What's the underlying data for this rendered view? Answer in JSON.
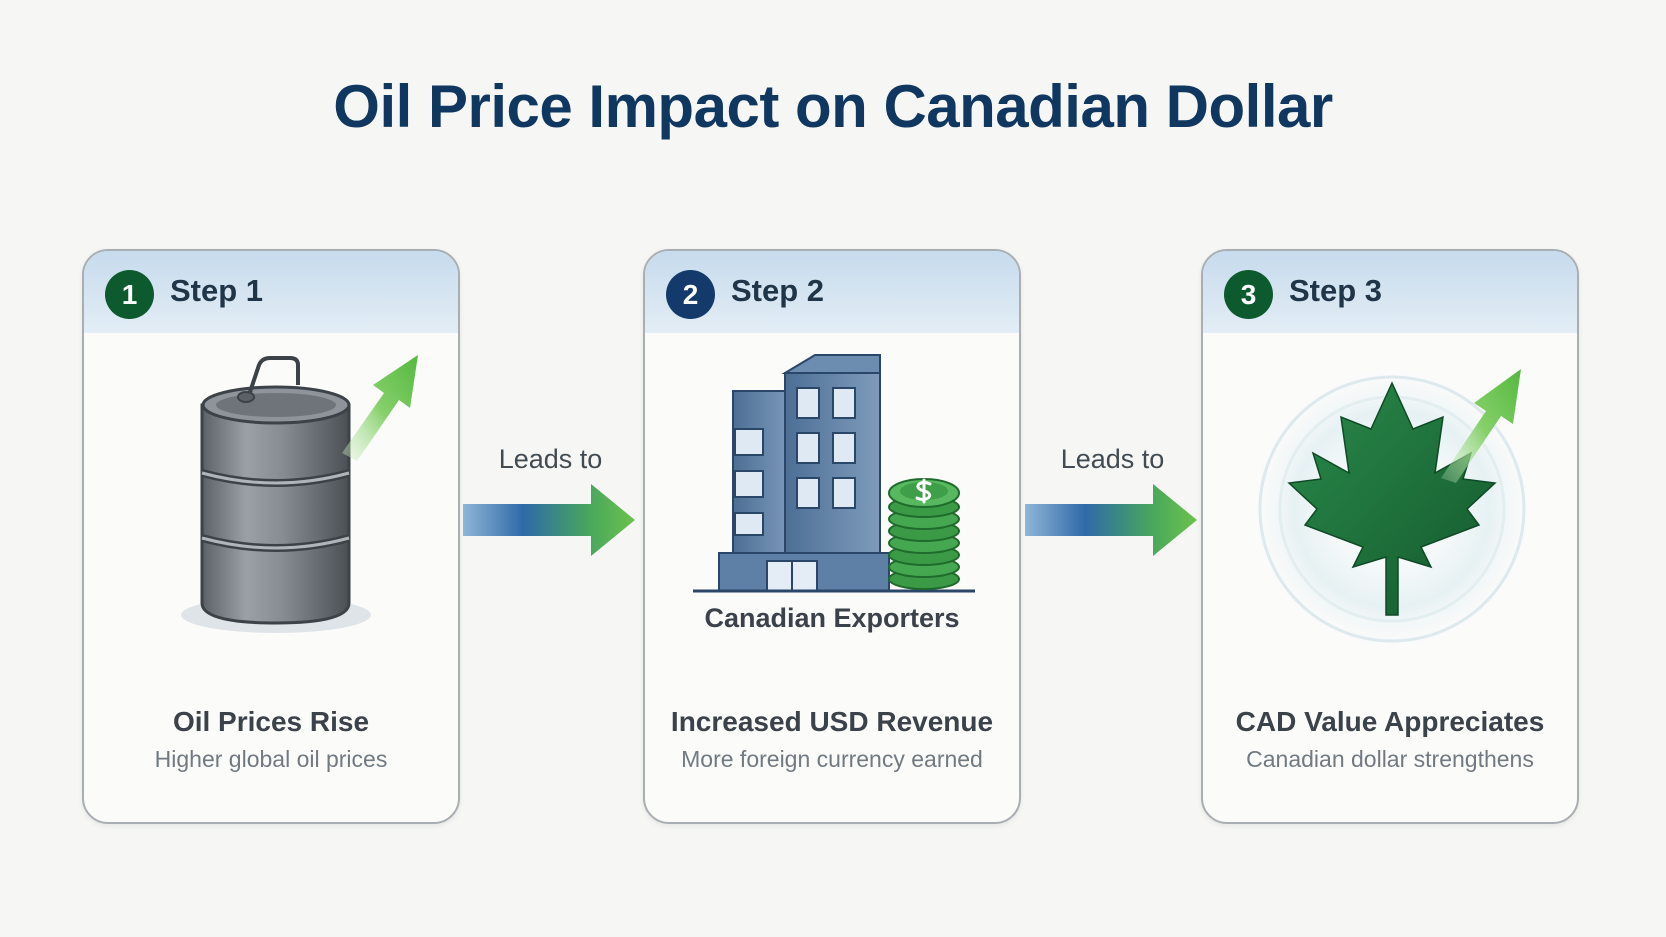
{
  "title": "Oil Price Impact on Canadian Dollar",
  "steps": [
    {
      "number": "1",
      "label": "Step 1",
      "title": "Oil Prices Rise",
      "subtitle": "Higher global oil prices"
    },
    {
      "number": "2",
      "label": "Step 2",
      "caption": "Canadian Exporters",
      "title": "Increased USD Revenue",
      "subtitle": "More foreign currency earned"
    },
    {
      "number": "3",
      "label": "Step 3",
      "title": "CAD Value Appreciates",
      "subtitle": "Canadian dollar strengthens"
    }
  ],
  "connectors": [
    {
      "label": "Leads to"
    },
    {
      "label": "Leads to"
    }
  ],
  "icons": {
    "step1": [
      "oil-barrel-icon",
      "trend-up-arrow-icon"
    ],
    "step2": [
      "office-building-icon",
      "coin-stack-icon",
      "dollar-icon"
    ],
    "step3": [
      "maple-leaf-icon",
      "trend-up-arrow-icon"
    ],
    "connector": "right-arrow-icon"
  },
  "colors": {
    "title": "#10375f",
    "badge_green": "#0e5a2f",
    "badge_navy": "#133a6b",
    "header_blue": "#c6dbed",
    "arrow_green": "#5cbf4a",
    "arrow_blue": "#2f6aa8",
    "leaf_green": "#1a6b3a"
  }
}
